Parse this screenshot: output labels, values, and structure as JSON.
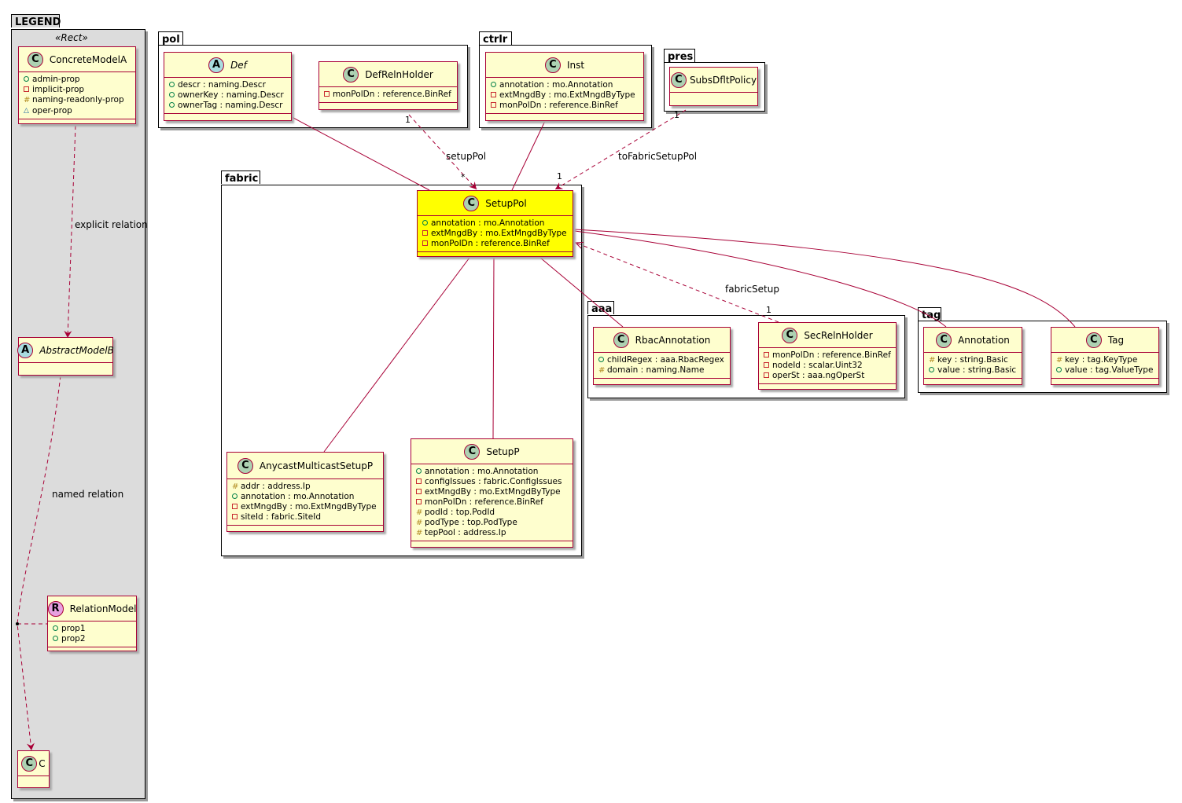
{
  "legend": {
    "title": "LEGEND",
    "stereotype": "«Rect»",
    "concrete_model": {
      "name": "ConcreteModelA",
      "attrs": [
        {
          "vis": "pub",
          "text": "admin-prop"
        },
        {
          "vis": "priv",
          "text": "implicit-prop"
        },
        {
          "vis": "prot",
          "text": "naming-readonly-prop"
        },
        {
          "vis": "pkg",
          "text": "oper-prop"
        }
      ]
    },
    "abstract_model": {
      "name": "AbstractModelB"
    },
    "relation_model": {
      "name": "RelationModel",
      "attrs": [
        {
          "vis": "pub",
          "text": "prop1"
        },
        {
          "vis": "pub",
          "text": "prop2"
        }
      ]
    },
    "c_model": {
      "name": "C"
    },
    "explicit_relation_label": "explicit relation",
    "named_relation_label": "named relation"
  },
  "packages": {
    "pol": "pol",
    "ctrlr": "ctrlr",
    "pres": "pres",
    "fabric": "fabric",
    "aaa": "aaa",
    "tag": "tag"
  },
  "classes": {
    "def": {
      "name": "Def",
      "attrs": [
        {
          "vis": "pub",
          "text": "descr : naming.Descr"
        },
        {
          "vis": "pub",
          "text": "ownerKey : naming.Descr"
        },
        {
          "vis": "pub",
          "text": "ownerTag : naming.Descr"
        }
      ]
    },
    "defrelnholder": {
      "name": "DefRelnHolder",
      "attrs": [
        {
          "vis": "priv",
          "text": "monPolDn : reference.BinRef"
        }
      ]
    },
    "inst": {
      "name": "Inst",
      "attrs": [
        {
          "vis": "pub",
          "text": "annotation : mo.Annotation"
        },
        {
          "vis": "priv",
          "text": "extMngdBy : mo.ExtMngdByType"
        },
        {
          "vis": "priv",
          "text": "monPolDn : reference.BinRef"
        }
      ]
    },
    "subsdfltpolicy": {
      "name": "SubsDfltPolicy"
    },
    "setuppol": {
      "name": "SetupPol",
      "attrs": [
        {
          "vis": "pub",
          "text": "annotation : mo.Annotation"
        },
        {
          "vis": "priv",
          "text": "extMngdBy : mo.ExtMngdByType"
        },
        {
          "vis": "priv",
          "text": "monPolDn : reference.BinRef"
        }
      ]
    },
    "anycast": {
      "name": "AnycastMulticastSetupP",
      "attrs": [
        {
          "vis": "prot",
          "text": "addr : address.Ip"
        },
        {
          "vis": "pub",
          "text": "annotation : mo.Annotation"
        },
        {
          "vis": "priv",
          "text": "extMngdBy : mo.ExtMngdByType"
        },
        {
          "vis": "priv",
          "text": "siteId : fabric.SiteId"
        }
      ]
    },
    "setupp": {
      "name": "SetupP",
      "attrs": [
        {
          "vis": "pub",
          "text": "annotation : mo.Annotation"
        },
        {
          "vis": "priv",
          "text": "configIssues : fabric.ConfigIssues"
        },
        {
          "vis": "priv",
          "text": "extMngdBy : mo.ExtMngdByType"
        },
        {
          "vis": "priv",
          "text": "monPolDn : reference.BinRef"
        },
        {
          "vis": "prot",
          "text": "podId : top.PodId"
        },
        {
          "vis": "prot",
          "text": "podType : top.PodType"
        },
        {
          "vis": "prot",
          "text": "tepPool : address.Ip"
        }
      ]
    },
    "rbac": {
      "name": "RbacAnnotation",
      "attrs": [
        {
          "vis": "pub",
          "text": "childRegex : aaa.RbacRegex"
        },
        {
          "vis": "prot",
          "text": "domain : naming.Name"
        }
      ]
    },
    "secrelnholder": {
      "name": "SecRelnHolder",
      "attrs": [
        {
          "vis": "priv",
          "text": "monPolDn : reference.BinRef"
        },
        {
          "vis": "priv",
          "text": "nodeId : scalar.Uint32"
        },
        {
          "vis": "priv",
          "text": "operSt : aaa.ngOperSt"
        }
      ]
    },
    "annotation": {
      "name": "Annotation",
      "attrs": [
        {
          "vis": "prot",
          "text": "key : string.Basic"
        },
        {
          "vis": "pub",
          "text": "value : string.Basic"
        }
      ]
    },
    "tag": {
      "name": "Tag",
      "attrs": [
        {
          "vis": "prot",
          "text": "key : tag.KeyType"
        },
        {
          "vis": "pub",
          "text": "value : tag.ValueType"
        }
      ]
    }
  },
  "relations": {
    "setuppol_label": "setupPol",
    "setuppol_src_mult": "1",
    "setuppol_dst_mult": "*",
    "tofabric_label": "toFabricSetupPol",
    "tofabric_src_mult": "1",
    "tofabric_dst_mult": "1",
    "fabricsetup_label": "fabricSetup",
    "fabricsetup_mult": "1"
  },
  "colors": {
    "class_fill": "#fefece",
    "class_border": "#a80036",
    "highlight_fill": "#ffff00",
    "legend_fill": "#dcdcdc"
  }
}
